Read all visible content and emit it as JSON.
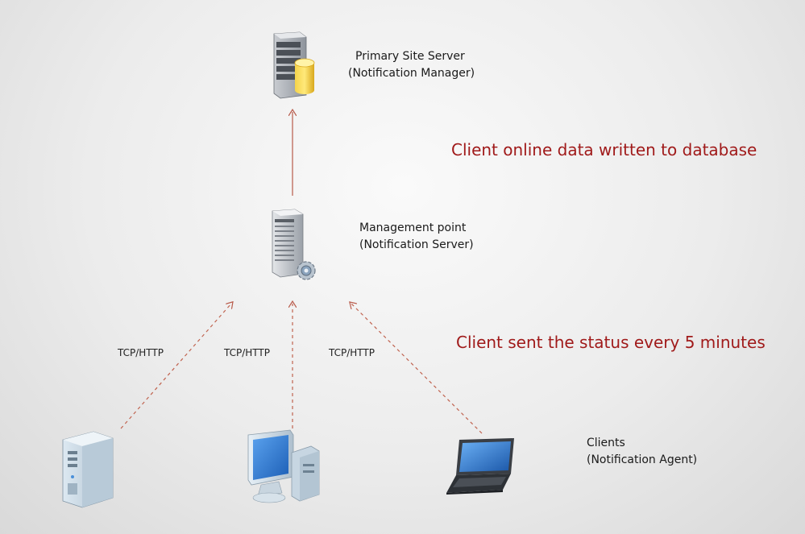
{
  "primary_site": {
    "title": "Primary Site Server",
    "subtitle": "(Notification Manager)"
  },
  "management_point": {
    "title": "Management point",
    "subtitle": "(Notification Server)"
  },
  "clients": {
    "title": "Clients",
    "subtitle": "(Notification Agent)"
  },
  "notes": {
    "db_write": "Client online data written to database",
    "status_interval": "Client sent the status every 5 minutes"
  },
  "protocols": {
    "left": "TCP/HTTP",
    "center": "TCP/HTTP",
    "right": "TCP/HTTP"
  },
  "colors": {
    "arrow": "#b85a4a",
    "note_text": "#a01a1a"
  },
  "icons": {
    "primary_site": "database-server-icon",
    "management_point": "server-gear-icon",
    "client_left": "tower-server-icon",
    "client_center": "desktop-computer-icon",
    "client_right": "laptop-icon"
  }
}
